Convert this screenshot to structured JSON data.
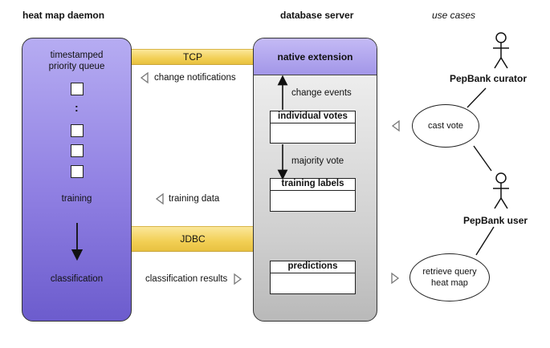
{
  "headers": {
    "daemon": "heat map daemon",
    "db": "database server",
    "use_cases": "use cases"
  },
  "daemon": {
    "queue_label": "timestamped\npriority queue",
    "ellipsis": ":",
    "training": "training",
    "classification": "classification"
  },
  "connectors": {
    "tcp": "TCP",
    "jdbc": "JDBC"
  },
  "flows": {
    "change_notifications": "change notifications",
    "training_data": "training data",
    "classification_results": "classification results"
  },
  "db": {
    "native_extension": "native extension",
    "change_events": "change events",
    "majority_vote": "majority vote",
    "tables": {
      "votes": "individual votes",
      "labels": "training labels",
      "predictions": "predictions"
    }
  },
  "actors": {
    "curator": "PepBank curator",
    "user": "PepBank user"
  },
  "use_case_items": {
    "cast_vote": "cast vote",
    "retrieve": "retrieve query\nheat map"
  },
  "colors": {
    "daemon_fill": "#8f7fe2",
    "native_fill": "#b4a8ef",
    "pipe_fill": "#f2cf55",
    "db_fill": "#d0d0d0"
  }
}
